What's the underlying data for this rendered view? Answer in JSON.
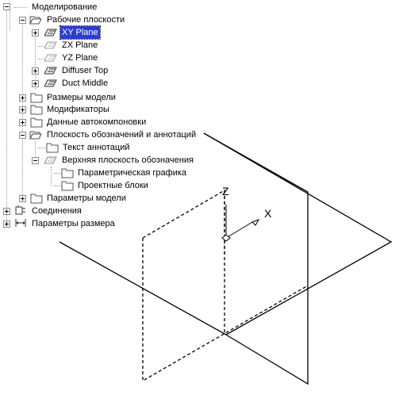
{
  "tree": {
    "root": "Моделирование",
    "work_planes": "Рабочие плоскости",
    "xy_plane": "XY Plane",
    "zx_plane": "ZX Plane",
    "yz_plane": "YZ Plane",
    "diffuser_top": "Diffuser Top",
    "duct_middle": "Duct Middle",
    "model_dims": "Размеры модели",
    "modifiers": "Модификаторы",
    "autolayout_data": "Данные автокомпоновки",
    "annotation_plane": "Плоскость обозначений и аннотаций",
    "annotation_text": "Текст аннотаций",
    "top_annotation_plane": "Верхняя плоскость обозначения",
    "param_graphics": "Параметрическая графика",
    "project_blocks": "Проектные блоки",
    "model_params": "Параметры модели",
    "connections": "Соединения",
    "size_params": "Параметры размера"
  },
  "axes": {
    "z_label": "Z",
    "x_label": "X"
  }
}
